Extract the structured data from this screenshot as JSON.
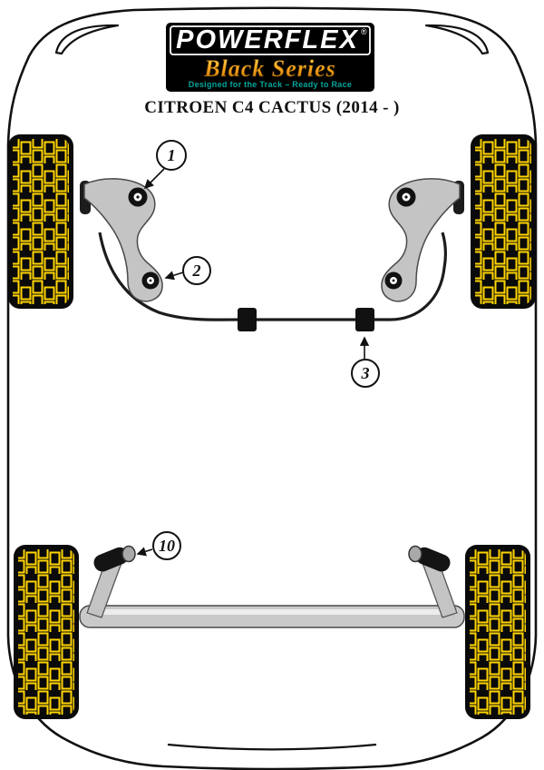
{
  "logo": {
    "brand": "POWERFLEX",
    "registered_mark": "®",
    "series": "Black Series",
    "tagline": "Designed for the Track – Ready to Race",
    "colors": {
      "box_bg": "#000000",
      "brand_text": "#ffffff",
      "series_gold_light": "#ffd95a",
      "series_gold_mid": "#f59e19",
      "series_gold_dark": "#b36a00",
      "tagline_teal": "#00a79d"
    }
  },
  "title": "CITROEN C4 CACTUS (2014 - )",
  "callouts": [
    {
      "label": "1"
    },
    {
      "label": "2"
    },
    {
      "label": "3"
    },
    {
      "label": "10"
    }
  ],
  "diagram": {
    "view": "top-down chassis schematic",
    "tread_yellow": "#ffd400",
    "wheel_black": "#0a0a0a",
    "outline_black": "#111111",
    "arm_gray": "#c4c4c4"
  }
}
